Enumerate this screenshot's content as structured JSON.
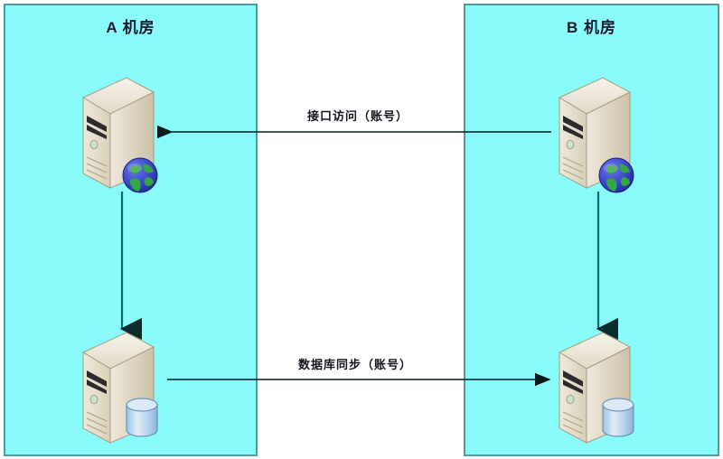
{
  "diagram": {
    "title_a": "A 机房",
    "title_b": "B 机房",
    "colors": {
      "panel_fill": "#8afbfb",
      "panel_border": "#4f9b9b",
      "wire": "#0b3b3b",
      "arrow_vertical": "#0a6a6a",
      "server_body": "#e8e0cf",
      "globe_ocean": "#3a45c8",
      "globe_land": "#35a545",
      "db_cylinder": "#b9d5ef"
    }
  },
  "panels": [
    {
      "id": "panel-a",
      "name": "A 机房",
      "nodes": [
        {
          "id": "a-app",
          "type": "server",
          "badge": "globe-icon",
          "label": ""
        },
        {
          "id": "a-db",
          "type": "server",
          "badge": "database-icon",
          "label": ""
        }
      ]
    },
    {
      "id": "panel-b",
      "name": "B 机房",
      "nodes": [
        {
          "id": "b-app",
          "type": "server",
          "badge": "globe-icon",
          "label": ""
        },
        {
          "id": "b-db",
          "type": "server",
          "badge": "database-icon",
          "label": ""
        }
      ]
    }
  ],
  "edges": [
    {
      "id": "edge-api",
      "label": "接口访问（账号）",
      "from": "b-app",
      "to": "a-app",
      "direction": "right-to-left",
      "orientation": "horizontal"
    },
    {
      "id": "edge-sync",
      "label": "数据库同步（账号）",
      "from": "a-db",
      "to": "b-db",
      "direction": "left-to-right",
      "orientation": "horizontal"
    },
    {
      "id": "edge-a-internal",
      "label": "",
      "from": "a-app",
      "to": "a-db",
      "direction": "top-to-bottom",
      "orientation": "vertical"
    },
    {
      "id": "edge-b-internal",
      "label": "",
      "from": "b-app",
      "to": "b-db",
      "direction": "top-to-bottom",
      "orientation": "vertical"
    }
  ]
}
